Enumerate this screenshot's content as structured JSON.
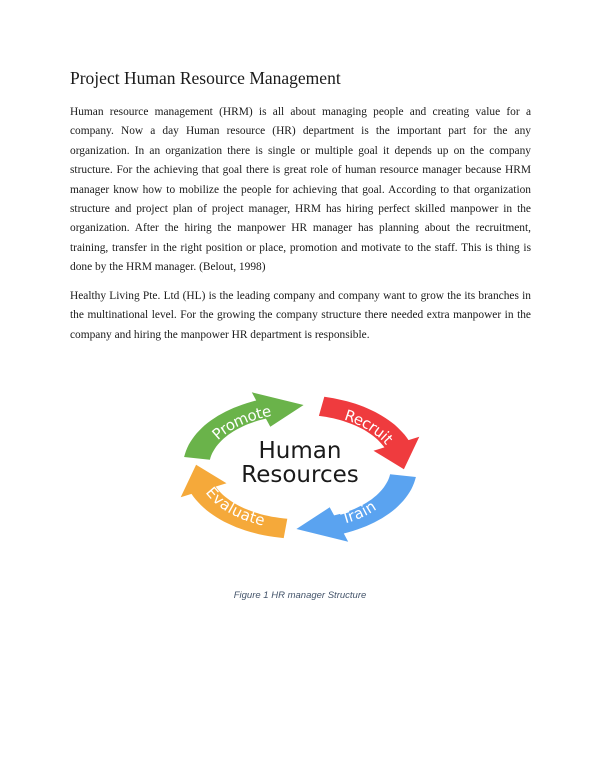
{
  "document": {
    "title": "Project Human Resource Management",
    "paragraphs": [
      "Human resource management (HRM) is all about managing people and creating value for a company. Now a day Human resource (HR) department is the important part for the any organization. In an organization there is single or multiple goal it depends up on the company structure. For the achieving that goal there is great role of human resource manager because HRM manager know how to mobilize the people for achieving that goal. According to that organization structure and project plan of project manager, HRM has hiring perfect skilled manpower in the organization. After the hiring the manpower HR manager has planning about the recruitment, training, transfer in the right position or place, promotion and motivate to the staff. This is thing is done by the HRM manager. (Belout, 1998)",
      "Healthy Living Pte. Ltd (HL) is the leading company and company want to grow the its branches in the multinational level. For the growing the company structure there needed extra manpower in the company and hiring the manpower HR department is responsible."
    ],
    "figure": {
      "center_line1": "Human",
      "center_line2": "Resources",
      "arrows": [
        {
          "label": "Recruit",
          "color": "#ef3b3e"
        },
        {
          "label": "Train",
          "color": "#5aa3f0"
        },
        {
          "label": "Evaluate",
          "color": "#f5a93a"
        },
        {
          "label": "Promote",
          "color": "#6ab34a"
        }
      ],
      "caption": "Figure 1 HR manager Structure"
    }
  }
}
